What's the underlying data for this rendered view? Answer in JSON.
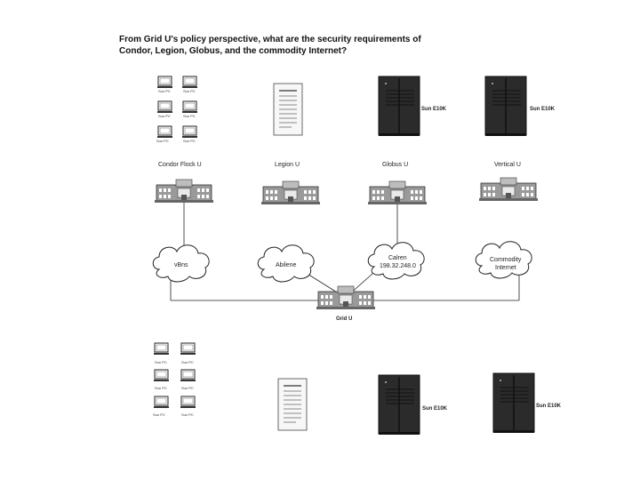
{
  "title": "From Grid U's policy perspective, what are the security requirements of Condor, Legion, Globus, and the commodity Internet?",
  "sites": {
    "condor": "Condor Flock U",
    "legion": "Legion U",
    "globus": "Globus U",
    "vertical": "Vertical U",
    "grid": "Grid U"
  },
  "servers": {
    "top_left": "Sun E10K",
    "top_right": "Sun E10K",
    "bottom_left": "Sun E10K",
    "bottom_right": "Sun E10K"
  },
  "clouds": {
    "vbns": "vBns",
    "abilene": "Abilene",
    "calren_name": "Calren",
    "calren_ip": "198.32.248.0",
    "commodity_1": "Commodity",
    "commodity_2": "Internet"
  },
  "workstation_label": "Sun PC",
  "icons": [
    "workstation-icon",
    "document-icon",
    "server-tower-icon",
    "campus-building-icon",
    "network-cloud-icon"
  ]
}
